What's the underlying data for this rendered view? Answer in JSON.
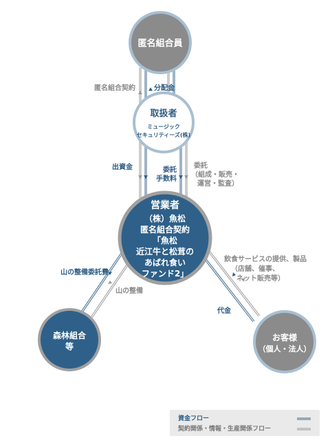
{
  "colors": {
    "blue_dark": "#2e6089",
    "gray_dark": "#8b8b8b",
    "ring": "#a8bfd1",
    "label_gray": "#8a8a8a",
    "label_blue": "#2f5d84",
    "legend_bg": "#eaeaea"
  },
  "nodes": {
    "investors": {
      "label": "匿名組合員"
    },
    "handler": {
      "title": "取扱者",
      "sub1": "ミュージック",
      "sub2": "セキュリティーズ(株)"
    },
    "operator": {
      "lines": [
        "営業者",
        "（株）魚松",
        "匿名組合契約",
        "「魚松",
        "近江牛と松茸の",
        "あばれ食い",
        "ファンド2」"
      ]
    },
    "forest": {
      "line1": "森林組合",
      "line2": "等"
    },
    "customers": {
      "line1": "お客様",
      "line2": "（個人・法人）"
    }
  },
  "flows": {
    "anonymous_contract": "匿名組合契約",
    "distribution": "分配金",
    "investment": "出資金",
    "commission_fee_1": "委託",
    "commission_fee_2": "手数料",
    "delegation_1": "委託",
    "delegation_2": "（組成・販売・",
    "delegation_3": "運営・監査）",
    "mountain_fee": "山の整備委託費",
    "mountain_care": "山の整備",
    "service_1": "飲食サービスの提供、製品",
    "service_2": "（店舗、催事、",
    "service_3": "ネット販売等）",
    "payment": "代金"
  },
  "legend": {
    "fund_flow": "資金フロー",
    "contract_flow": "契約関係・情報・生産関係フロー"
  }
}
